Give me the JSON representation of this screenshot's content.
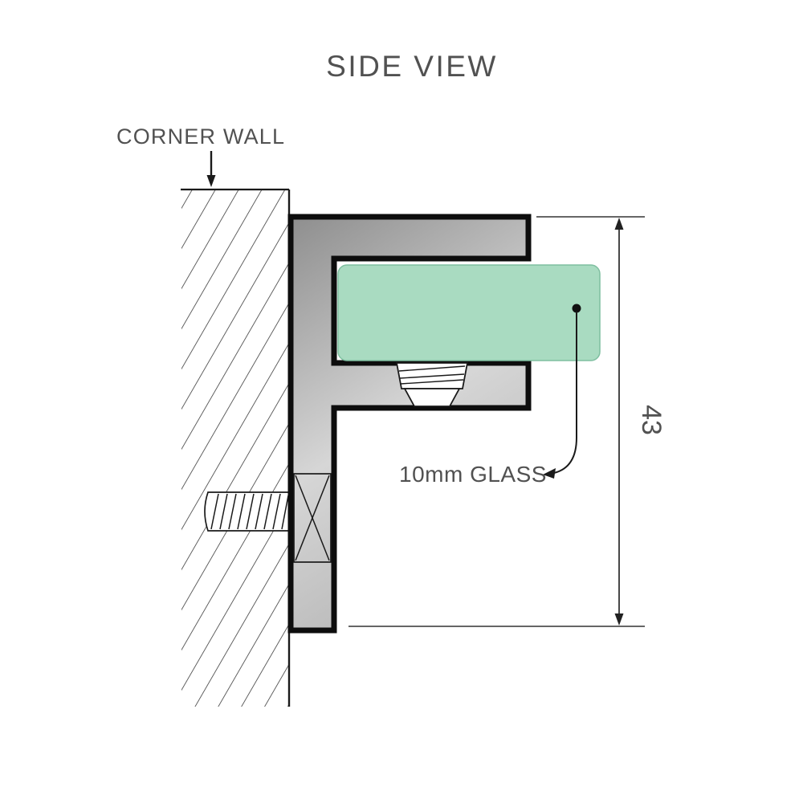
{
  "diagram": {
    "title": "SIDE VIEW",
    "corner_wall_label": "CORNER WALL",
    "glass_label": "10mm GLASS",
    "dimension_value": "43",
    "colors": {
      "glass_fill": "#a9dbc1",
      "glass_stroke": "#7fbfa0",
      "outline": "#111111",
      "text": "#515151",
      "metal_dark": "#8e8e8e",
      "metal_light": "#d6d6d6"
    }
  }
}
